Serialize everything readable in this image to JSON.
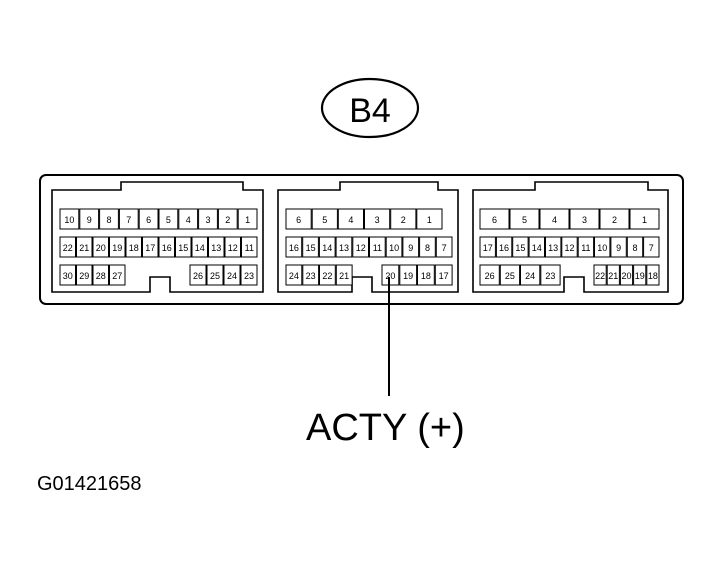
{
  "connector": {
    "name": "B4"
  },
  "callout": {
    "label": "ACTY (+)"
  },
  "figure_id": "G01421658",
  "blocks": [
    {
      "rows": [
        [
          "10",
          "9",
          "8",
          "7",
          "6",
          "5",
          "4",
          "3",
          "2",
          "1"
        ],
        [
          "22",
          "21",
          "20",
          "19",
          "18",
          "17",
          "16",
          "15",
          "14",
          "13",
          "12",
          "11"
        ],
        [
          "30",
          "29",
          "28",
          "27",
          "26",
          "25",
          "24",
          "23"
        ]
      ]
    },
    {
      "rows": [
        [
          "6",
          "5",
          "4",
          "3",
          "2",
          "1"
        ],
        [
          "16",
          "15",
          "14",
          "13",
          "12",
          "11",
          "10",
          "9",
          "8",
          "7"
        ],
        [
          "24",
          "23",
          "22",
          "21",
          "20",
          "19",
          "18",
          "17"
        ]
      ]
    },
    {
      "rows": [
        [
          "6",
          "5",
          "4",
          "3",
          "2",
          "1"
        ],
        [
          "17",
          "16",
          "15",
          "14",
          "13",
          "12",
          "11",
          "10",
          "9",
          "8",
          "7"
        ],
        [
          "26",
          "25",
          "24",
          "23",
          "22",
          "21",
          "20",
          "19",
          "18"
        ]
      ]
    }
  ],
  "highlighted_pin": "20"
}
